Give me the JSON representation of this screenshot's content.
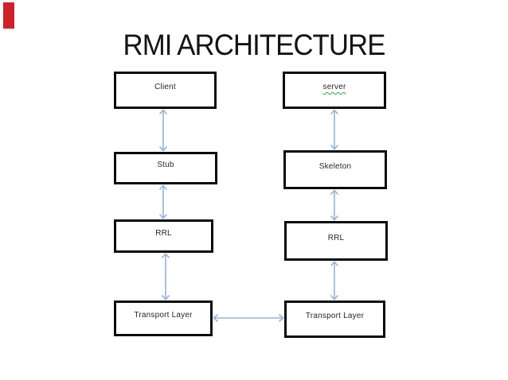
{
  "title": "RMI ARCHITECTURE",
  "colors": {
    "arrow": "#95b3d7",
    "accent_bar": "#cf2128",
    "spellcheck": "#27a93c",
    "box_border": "#0b0b0b",
    "title_text": "#141414",
    "label_text": "#262626"
  },
  "diagram": {
    "nodes": [
      {
        "id": "client",
        "label": "Client"
      },
      {
        "id": "server",
        "label": "server",
        "spellcheck_underline": true
      },
      {
        "id": "stub",
        "label": "Stub"
      },
      {
        "id": "skeleton",
        "label": "Skeleton"
      },
      {
        "id": "rrl-client",
        "label": "RRL"
      },
      {
        "id": "rrl-server",
        "label": "RRL"
      },
      {
        "id": "transport-client",
        "label": "Transport Layer"
      },
      {
        "id": "transport-server",
        "label": "Transport Layer"
      }
    ],
    "connections": [
      {
        "from": "Client",
        "to": "Stub",
        "type": "bidirectional"
      },
      {
        "from": "Stub",
        "to": "RRL (client)",
        "type": "bidirectional"
      },
      {
        "from": "RRL (client)",
        "to": "Transport Layer (client)",
        "type": "bidirectional"
      },
      {
        "from": "server",
        "to": "Skeleton",
        "type": "bidirectional"
      },
      {
        "from": "Skeleton",
        "to": "RRL (server)",
        "type": "bidirectional"
      },
      {
        "from": "RRL (server)",
        "to": "Transport Layer (server)",
        "type": "bidirectional"
      },
      {
        "from": "Transport Layer (client)",
        "to": "Transport Layer (server)",
        "type": "bidirectional"
      }
    ]
  }
}
